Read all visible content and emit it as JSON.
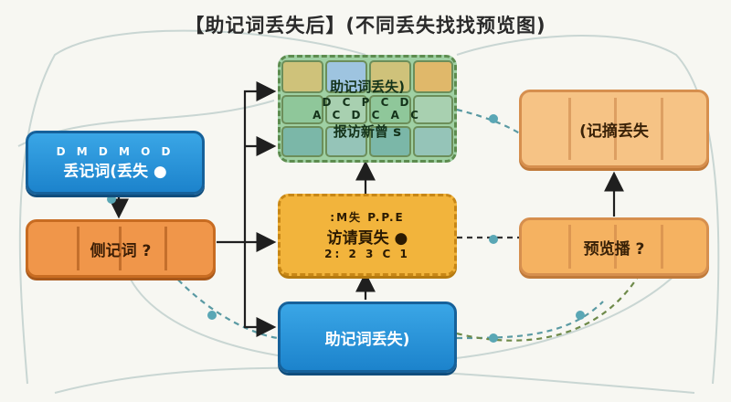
{
  "title": "【助记词丢失后】(不同丢失找找预览图)",
  "nodes": {
    "lost_phrase": {
      "marks": "D M D M O D",
      "label": "丢记词(丢失 ●"
    },
    "side_phrase": {
      "label": "侧记词 ?"
    },
    "preview_grid": {
      "top": "助记词丢失)",
      "marks": "A C D C A C",
      "bottom": "报访新曾 s",
      "marks_top": "D C P C D"
    },
    "center": {
      "marks": ":M失 P.P.E",
      "label": "访请頁失 ●",
      "numbers": "2: 2 3 C 1"
    },
    "recovery": {
      "label": "助记词丢失)"
    },
    "record_lost": {
      "label": "(记摘丢失"
    },
    "preview_play": {
      "label": "预览播 ?"
    }
  },
  "colors": {
    "blue": "#1c83cc",
    "orange": "#f0964a",
    "amber": "#f2b43c",
    "peach": "#f6c385",
    "green": "#9fd0a3",
    "teal_dot": "#5aa7b5",
    "arrow": "#1f1f1f"
  }
}
